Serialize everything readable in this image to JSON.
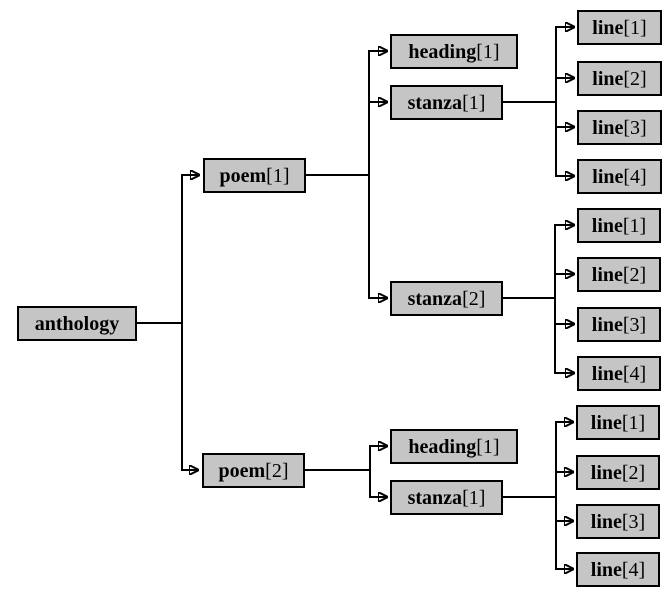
{
  "diagram": {
    "type": "tree",
    "description": "Node tree of an anthology document: anthology with poems, headings, stanzas and lines",
    "colors": {
      "background": "#ffffff",
      "box_fill": "#c5c5c5",
      "box_border": "#000000",
      "text": "#000000",
      "connector": "#000000"
    },
    "nodes": {
      "anthology": {
        "name": "anthology",
        "index": ""
      },
      "poem1": {
        "name": "poem",
        "index": "[1]"
      },
      "poem2": {
        "name": "poem",
        "index": "[2]"
      },
      "p1_heading1": {
        "name": "heading",
        "index": "[1]"
      },
      "p1_stanza1": {
        "name": "stanza",
        "index": "[1]"
      },
      "p1_stanza2": {
        "name": "stanza",
        "index": "[2]"
      },
      "p1s1_line1": {
        "name": "line",
        "index": "[1]"
      },
      "p1s1_line2": {
        "name": "line",
        "index": "[2]"
      },
      "p1s1_line3": {
        "name": "line",
        "index": "[3]"
      },
      "p1s1_line4": {
        "name": "line",
        "index": "[4]"
      },
      "p1s2_line1": {
        "name": "line",
        "index": "[1]"
      },
      "p1s2_line2": {
        "name": "line",
        "index": "[2]"
      },
      "p1s2_line3": {
        "name": "line",
        "index": "[3]"
      },
      "p1s2_line4": {
        "name": "line",
        "index": "[4]"
      },
      "p2_heading1": {
        "name": "heading",
        "index": "[1]"
      },
      "p2_stanza1": {
        "name": "stanza",
        "index": "[1]"
      },
      "p2s1_line1": {
        "name": "line",
        "index": "[1]"
      },
      "p2s1_line2": {
        "name": "line",
        "index": "[2]"
      },
      "p2s1_line3": {
        "name": "line",
        "index": "[3]"
      },
      "p2s1_line4": {
        "name": "line",
        "index": "[4]"
      }
    },
    "edges": [
      [
        "anthology",
        "poem1"
      ],
      [
        "anthology",
        "poem2"
      ],
      [
        "poem1",
        "p1_heading1"
      ],
      [
        "poem1",
        "p1_stanza1"
      ],
      [
        "poem1",
        "p1_stanza2"
      ],
      [
        "p1_stanza1",
        "p1s1_line1"
      ],
      [
        "p1_stanza1",
        "p1s1_line2"
      ],
      [
        "p1_stanza1",
        "p1s1_line3"
      ],
      [
        "p1_stanza1",
        "p1s1_line4"
      ],
      [
        "p1_stanza2",
        "p1s2_line1"
      ],
      [
        "p1_stanza2",
        "p1s2_line2"
      ],
      [
        "p1_stanza2",
        "p1s2_line3"
      ],
      [
        "p1_stanza2",
        "p1s2_line4"
      ],
      [
        "poem2",
        "p2_heading1"
      ],
      [
        "poem2",
        "p2_stanza1"
      ],
      [
        "p2_stanza1",
        "p2s1_line1"
      ],
      [
        "p2_stanza1",
        "p2s1_line2"
      ],
      [
        "p2_stanza1",
        "p2s1_line3"
      ],
      [
        "p2_stanza1",
        "p2s1_line4"
      ]
    ]
  }
}
